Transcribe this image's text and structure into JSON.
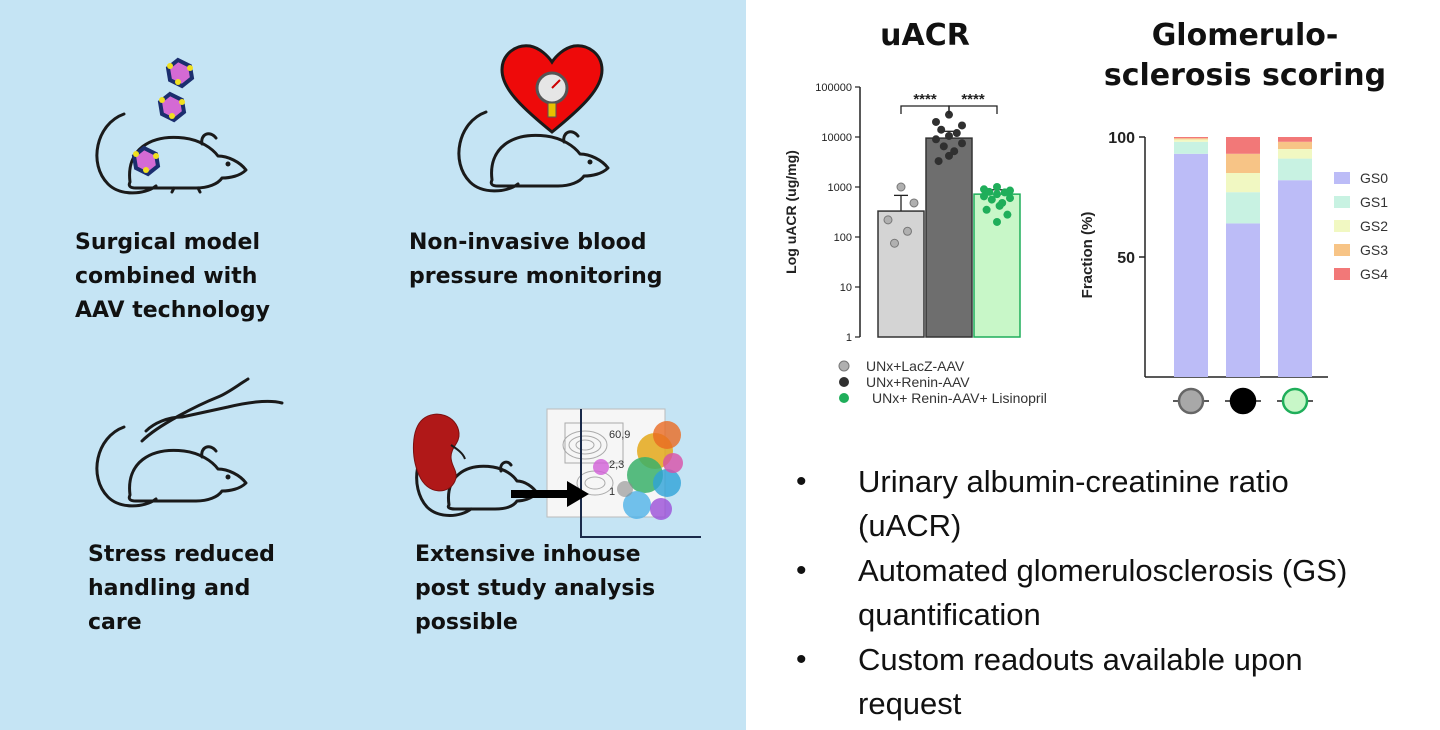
{
  "features": [
    {
      "lines": [
        "Surgical model",
        "combined with",
        "AAV technology"
      ]
    },
    {
      "lines": [
        "Non-invasive blood",
        "pressure monitoring"
      ]
    },
    {
      "lines": [
        "Stress reduced",
        "handling and",
        "care"
      ]
    },
    {
      "lines": [
        "Extensive inhouse",
        "post study analysis",
        "possible"
      ]
    }
  ],
  "icons": [
    "mouse-aav-icon",
    "mouse-heart-gauge-icon",
    "mouse-hand-icon",
    "mouse-kidney-flow-icon"
  ],
  "flow_plot_labels": [
    "60,9",
    "2,3",
    "1"
  ],
  "chart_data": [
    {
      "type": "bar",
      "title": "uACR",
      "ylabel": "Log uACR (ug/mg)",
      "yscale": "log",
      "ylim": [
        1,
        100000
      ],
      "yticks": [
        "1",
        "10",
        "100",
        "1000",
        "10000",
        "100000"
      ],
      "categories": [
        "UNx+LacZ-AAV",
        "UNx+Renin-AAV",
        "UNx+ Renin-AAV+ Lisinopril"
      ],
      "values": [
        330,
        9500,
        720
      ],
      "errors": [
        350,
        3500,
        160
      ],
      "colors": [
        "#d4d4d4",
        "#6e6e6e",
        "#c8f7c8"
      ],
      "point_colors": [
        "#b0b0b0",
        "#303030",
        "#1fae5a"
      ],
      "points": [
        [
          1000,
          480,
          220,
          130,
          75
        ],
        [
          28000,
          20000,
          17000,
          14000,
          12000,
          10500,
          9000,
          7500,
          6500,
          5200,
          4200,
          3300
        ],
        [
          1000,
          900,
          850,
          800,
          780,
          720,
          650,
          600,
          560,
          480,
          420,
          350,
          280,
          200
        ]
      ],
      "significance": [
        [
          "0",
          "1",
          "****"
        ],
        [
          "1",
          "2",
          "****"
        ]
      ]
    },
    {
      "type": "bar",
      "stacked": true,
      "title": "Glomerulo-sclerosis scoring",
      "title_lines": [
        "Glomerulo-",
        "sclerosis scoring"
      ],
      "ylabel": "Fraction (%)",
      "ylim": [
        0,
        100
      ],
      "yticks": [
        "50",
        "100"
      ],
      "categories": [
        "UNx+LacZ-AAV",
        "UNx+Renin-AAV",
        "UNx+ Renin-AAV+ Lisinopril"
      ],
      "category_marker_colors": [
        "#a8a8a8",
        "#000000",
        "#c8f7c8"
      ],
      "category_marker_strokes": [
        "#666666",
        "#000000",
        "#1fae5a"
      ],
      "series": [
        {
          "name": "GS0",
          "color": "#bcbcf7",
          "values": [
            93,
            64,
            82
          ]
        },
        {
          "name": "GS1",
          "color": "#c8f2e2",
          "values": [
            5,
            13,
            9
          ]
        },
        {
          "name": "GS2",
          "color": "#f1f8c2",
          "values": [
            1,
            8,
            4
          ]
        },
        {
          "name": "GS3",
          "color": "#f7c486",
          "values": [
            0.5,
            8,
            3
          ]
        },
        {
          "name": "GS4",
          "color": "#f27878",
          "values": [
            0.5,
            7,
            2
          ]
        }
      ]
    }
  ],
  "bullets": [
    "Urinary albumin-creatinine ratio (uACR)",
    "Automated glomerulosclerosis (GS) quantification",
    "Custom readouts available upon request"
  ]
}
